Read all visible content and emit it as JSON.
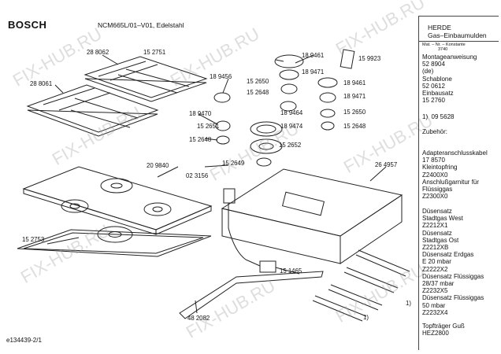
{
  "header": {
    "brand": "BOSCH",
    "model": "NCM665L/01–V01, Edelstahl",
    "category1": "HERDE",
    "category2": "Gas–Einbaumulden"
  },
  "sidebar": {
    "matnr_line1": "Mat. – Nr. – Konstante",
    "matnr_line2": "3740",
    "block1": "Montageanweisung\n52 8904\n(de)\nSchablone\n52 0612\nEinbausatz\n15 2760",
    "block2": "1)  09 5628",
    "block3": "Zubehör:",
    "block4": "Adapteranschlusskabel\n17 8570\nKleintopfring\nZ2400X0\nAnschlußgarnitur für\nFlüssiggas\nZ2300X0",
    "block5": "Düsensatz\nStadtgas West\nZ2212X1\nDüsensatz\nStadtgas Ost\nZ2212XB\nDüsensatz Erdgas\nE 20 mbar\nZ2222X2\nDüsensatz Flüssiggas\n28/37 mbar\nZ2232X5\nDüsensatz Flüssiggas\n50 mbar\nZ2232X4",
    "block6": "Topfträger Guß\nHEZ2800"
  },
  "parts": {
    "p288062": "28 8062",
    "p152751": "15 2751",
    "p288061": "28 8061",
    "p189461a": "18 9461",
    "p189471a": "18 9471",
    "p159923": "15 9923",
    "p189456": "18 9456",
    "p152650a": "15 2650",
    "p152648a": "15 2648",
    "p189461b": "18 9461",
    "p189471b": "18 9471",
    "p189470": "18 9470",
    "p152651": "15 2651",
    "p189464": "18 9464",
    "p152650b": "15 2650",
    "p152648b": "15 2648",
    "p189474": "18 9474",
    "p152648c": "15 2648",
    "p152652": "15 2652",
    "p209840": "20 9840",
    "p152649": "15 2649",
    "p264957": "26 4957",
    "p023156": "02 3156",
    "p152753": "15 2753",
    "p151465": "15 1465",
    "p482082": "48 2082",
    "note1a": "1)",
    "note1b": "1)"
  },
  "footer": {
    "code": "e134439-2/1"
  },
  "watermark": "FIX-HUB.RU"
}
